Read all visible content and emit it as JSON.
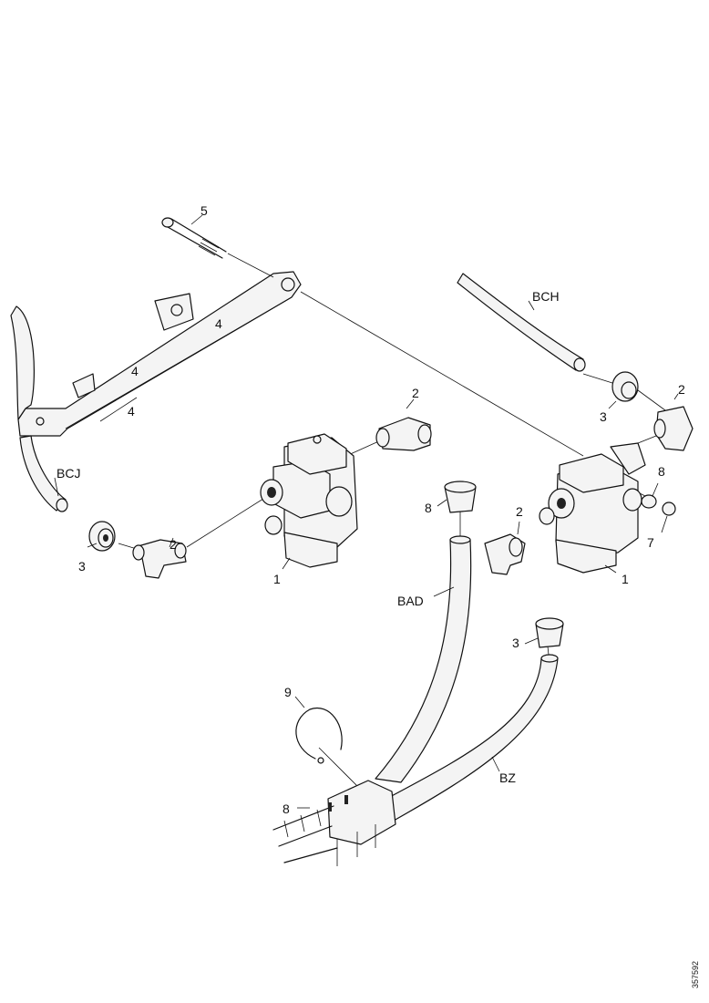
{
  "callouts": {
    "c1_left": "1",
    "c1_right": "1",
    "c2_top": "2",
    "c2_left": "2",
    "c2_mid": "2",
    "c2_right": "2",
    "c3_left": "3",
    "c3_right": "3",
    "c3_bottom": "3",
    "c4_a": "4",
    "c4_b": "4",
    "c4_c": "4",
    "c5": "5",
    "c7": "7",
    "c8_right": "8",
    "c8_mid": "8",
    "c8_bottom": "8",
    "c9": "9"
  },
  "hoses": {
    "bch": "BCH",
    "bcj": "BCJ",
    "bad": "BAD",
    "bz": "BZ"
  },
  "drawing_code": "357592"
}
